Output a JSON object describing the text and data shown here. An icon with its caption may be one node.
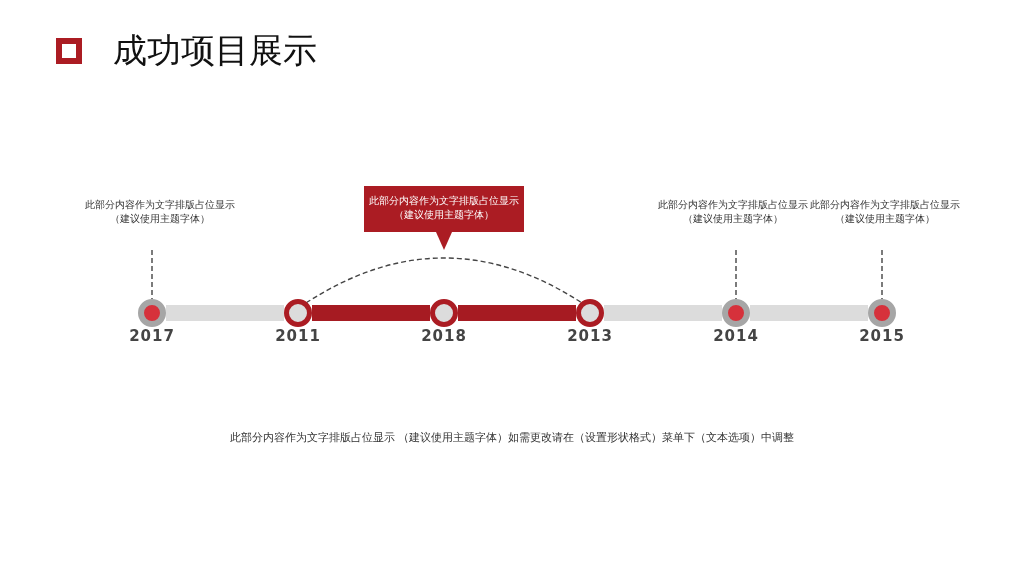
{
  "diagram": {
    "title": "成功项目展示",
    "nodes": [
      {
        "text": [
          "此部分内容作为文字排版占位显示（建议使用主题字体）"
        ]
      },
      {
        "text": [
          "此部分内容作为文字排版占位显示（建议使用主题字体）"
        ]
      },
      {
        "text": [
          "此部分内容作为文字排版占位显示（建议使用主题字体）"
        ]
      },
      {
        "text": [
          "此部分内容作为文字排版占位显示（建议使用主题字体）"
        ]
      },
      {
        "text": [],
        "shape": "circle",
        "beside": [
          "2017"
        ]
      },
      {
        "text": [],
        "shape": "circle",
        "beside": [
          "2011"
        ]
      },
      {
        "text": [],
        "shape": "circle",
        "beside": [
          "2018"
        ]
      },
      {
        "text": [],
        "shape": "circle",
        "beside": [
          "2013"
        ]
      },
      {
        "text": [],
        "shape": "circle",
        "beside": [
          "2014"
        ]
      },
      {
        "text": [],
        "shape": "circle",
        "beside": [
          "2015"
        ]
      }
    ],
    "edges": [
      {
        "from": 0,
        "to": 4,
        "arrow": "none",
        "style": "dashed",
        "color": "#444444"
      },
      {
        "from": 2,
        "to": 8,
        "arrow": "none",
        "style": "dashed",
        "color": "#444444"
      },
      {
        "from": 3,
        "to": 9,
        "arrow": "none",
        "style": "dashed",
        "color": "#444444"
      },
      {
        "from": 4,
        "to": 5,
        "arrow": "none",
        "color": "#dcdcdc"
      },
      {
        "from": 5,
        "to": 6,
        "arrow": "none",
        "color": "#a61b22"
      },
      {
        "from": 6,
        "to": 7,
        "arrow": "none",
        "color": "#a61b22"
      },
      {
        "from": 7,
        "to": 8,
        "arrow": "none",
        "color": "#dcdcdc"
      },
      {
        "from": 8,
        "to": 9,
        "arrow": "none",
        "color": "#dcdcdc"
      },
      {
        "from": 5,
        "to": 7,
        "arrow": "none",
        "style": "dashed",
        "color": "#444444"
      }
    ],
    "caption": "此部分内容作为文字排版占位显示 （建议使用主题字体）如需更改请在（设置形状格式）菜单下（文本选项）中调整"
  }
}
